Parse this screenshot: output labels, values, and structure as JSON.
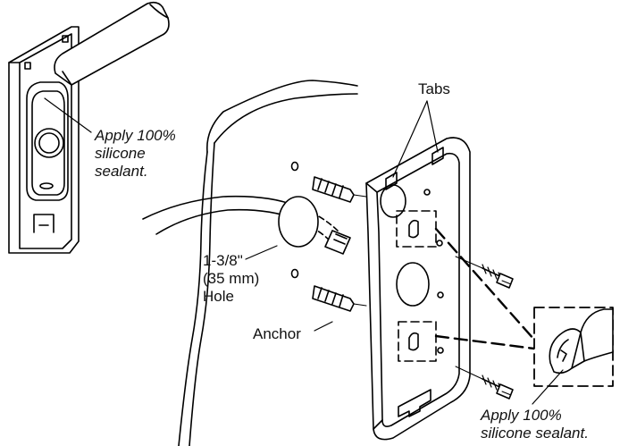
{
  "callouts": {
    "sealant_top": [
      "Apply 100%",
      "silicone",
      "sealant."
    ],
    "tabs": "Tabs",
    "hole": [
      "1-3/8\"",
      "(35 mm)",
      "Hole"
    ],
    "anchor": "Anchor",
    "sealant_bottom": [
      "Apply 100%",
      "silicone sealant."
    ]
  }
}
